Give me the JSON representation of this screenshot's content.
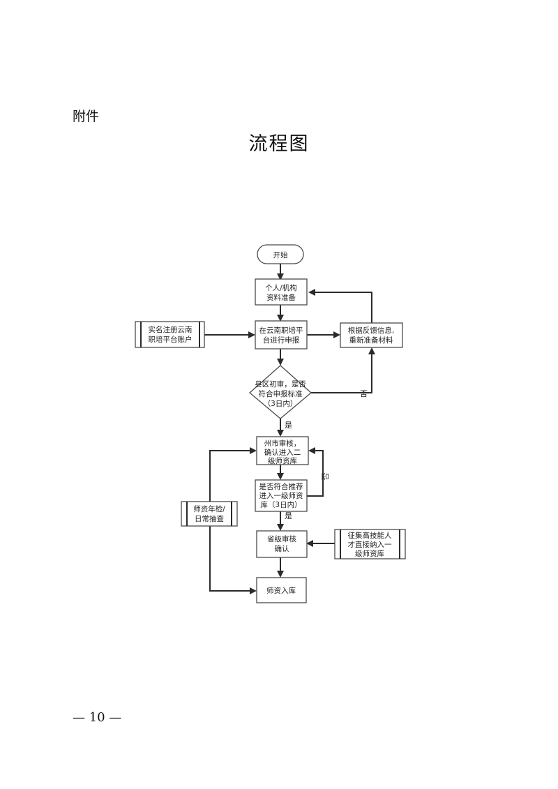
{
  "header": {
    "attachment_label": "附件",
    "title": "流程图"
  },
  "flowchart": {
    "start": "开始",
    "prepare": [
      "个人/机构",
      "资料准备"
    ],
    "register": [
      "实名注册云南",
      "职培平台账户"
    ],
    "apply": [
      "在云南职培平",
      "台进行申报"
    ],
    "resubmit": [
      "根据反馈信息,",
      "重新准备材料"
    ],
    "county_review": [
      "县区初审，是否",
      "符合申报标准",
      "（3日内）"
    ],
    "city_review": [
      "州市审核，",
      "确认进入二",
      "级师资库"
    ],
    "recommend_check": [
      "是否符合推荐",
      "进入一级师资",
      "库（3日内）"
    ],
    "annual_check": [
      "师资年检/",
      "日常抽查"
    ],
    "province_confirm": [
      "省级审核",
      "确认"
    ],
    "direct_admit": [
      "征集高技能人",
      "才直接纳入一",
      "级师资库"
    ],
    "enter_pool": "师资入库",
    "labels": {
      "yes_1": "是",
      "no_1": "否",
      "no_2": "否",
      "yes_2": "是"
    }
  },
  "footer": {
    "page_number": "— 10 —"
  }
}
